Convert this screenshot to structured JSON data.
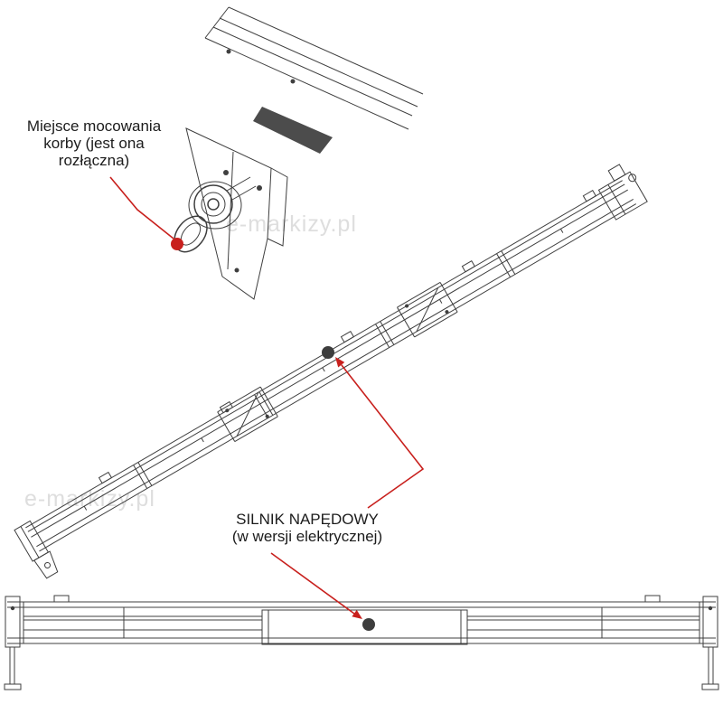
{
  "diagram": {
    "watermark": "e-markizy.pl",
    "labels": {
      "crank_mount": {
        "lines": [
          "Miejsce mocowania",
          "korby (jest ona",
          "rozłączna)"
        ]
      },
      "drive_motor": {
        "lines": [
          "SILNIK NAPĘDOWY",
          "(w wersji elektrycznej)"
        ]
      }
    },
    "colors": {
      "line": "#3f3f3f",
      "arrow": "#c8201d",
      "marker_red": "#c8201d",
      "marker_dark": "#3d3d3d",
      "watermark": "#dedede",
      "text": "#1c1c1c"
    }
  }
}
